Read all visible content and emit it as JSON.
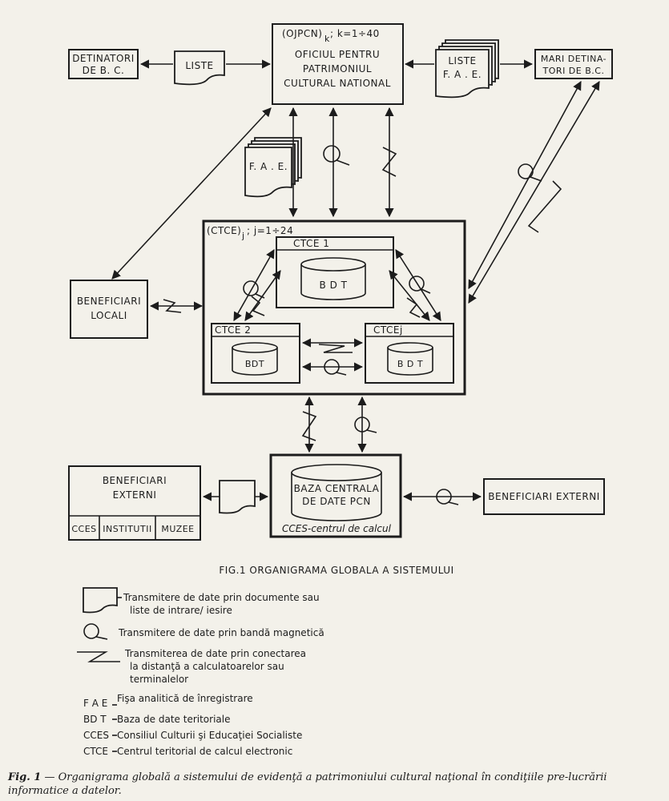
{
  "nodes": {
    "ojpcn_label": "(OJPCN)",
    "ojpcn_sub": "k",
    "ojpcn_range": "; k=1÷40",
    "office": [
      "OFICIUL PENTRU",
      "PATRIMONIUL",
      "CULTURAL NATIONAL"
    ],
    "holders_bc": [
      "DETINATORI",
      "DE  B. C."
    ],
    "liste": "LISTE",
    "liste_fae": [
      "LISTE",
      "F. A . E."
    ],
    "big_holders": [
      "MARI DETINA-",
      "TORI DE B.C."
    ],
    "fae": "F. A . E.",
    "ctce_group_label": "(CTCE)",
    "ctce_group_sub": "j",
    "ctce_group_range": "; j=1÷24",
    "ctce1": "CTCE 1",
    "ctce2": "CTCE 2",
    "ctcej": "CTCEj",
    "bdt": "B D T",
    "bdt2": "BDT",
    "bdtj": "B D T",
    "local_beneficiaries": [
      "BENEFICIARI",
      "LOCALI"
    ],
    "external_left": [
      "BENEFICIARI",
      "EXTERNI"
    ],
    "external_left_parts": [
      "CCES",
      "INSTITUTII",
      "MUZEE"
    ],
    "central_db": [
      "BAZA CENTRALA",
      "DE DATE PCN"
    ],
    "cces_center": "CCES-centrul  de calcul",
    "external_right": "BENEFICIARI EXTERNI"
  },
  "figure_title": "FIG.1   ORGANIGRAMA  GLOBALA  A  SISTEMULUI",
  "legend": {
    "documents": [
      "Transmitere  de date prin documente  sau",
      "liste  de  intrare/  iesire"
    ],
    "tape": "Transmitere  de  date  prin  bandă  magnetică",
    "remote": [
      "Transmiterea  de  date  prin  conectarea",
      "la  distanţă  a  calculatoarelor   sau",
      "terminalelor"
    ],
    "abbreviations": [
      {
        "abbr": "F A E",
        "text": "Fişa   analitică   de înregistrare"
      },
      {
        "abbr": "BD T",
        "text": "Baza   de date  teritoriale"
      },
      {
        "abbr": "CCES",
        "text": "Consiliul Culturii  şi Educaţiei  Socialiste"
      },
      {
        "abbr": "CTCE",
        "text": "Centrul teritorial  de calcul electronic"
      }
    ]
  },
  "caption": {
    "label": "Fig.  1",
    "text": " — Organigrama  globală  a  sistemului  de  evidenţă  a  patrimoniului  cultural  naţional  în  condiţiile  pre-lucrării  informatice  a  datelor."
  },
  "icons": [
    "document-icon",
    "magnetic-tape-icon",
    "remote-link-icon",
    "database-cylinder-icon",
    "arrow-icon"
  ]
}
